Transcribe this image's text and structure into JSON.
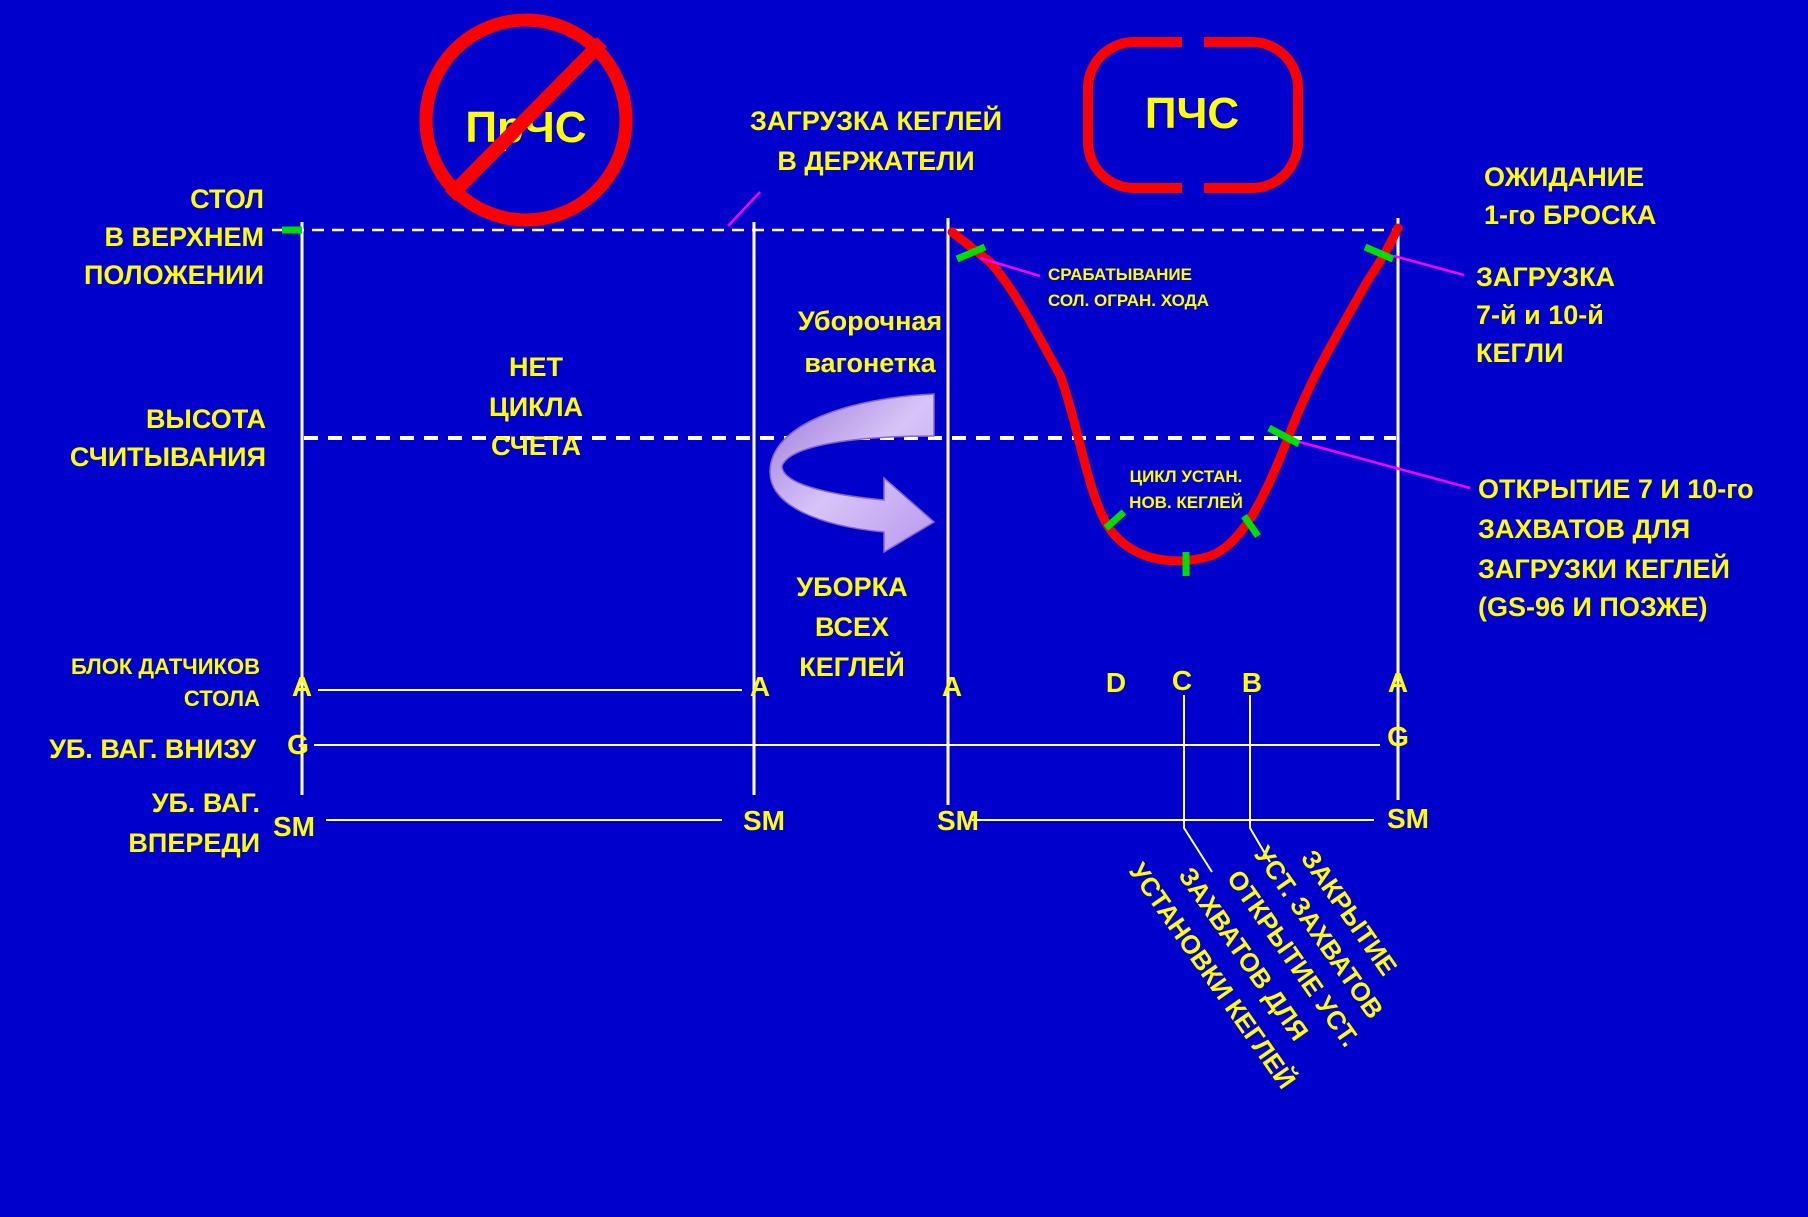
{
  "colors": {
    "background": "#0000CC",
    "text": "#FFFF00",
    "line": "#FFFFFF",
    "curve": "#FF0000",
    "marker": "#00DD00",
    "pointer": "#FF00FF",
    "arrow_fill": "#C8A8F0"
  },
  "badges": {
    "prchs": "ПрЧС",
    "pchs": "ПЧС"
  },
  "levels": {
    "table_up": [
      "СТОЛ",
      "В ВЕРХНЕМ",
      "ПОЛОЖЕНИИ"
    ],
    "read_height": [
      "ВЫСОТА",
      "СЧИТЫВАНИЯ"
    ]
  },
  "rows": {
    "table_sensor_block": [
      "БЛОК ДАТЧИКОВ",
      "СТОЛА"
    ],
    "sweep_down": "УБ. ВАГ. ВНИЗУ",
    "sweep_forward": [
      "УБ. ВАГ.",
      "ВПЕРЕДИ"
    ]
  },
  "annotations": {
    "load_pins": [
      "ЗАГРУЗКА КЕГЛЕЙ",
      "В ДЕРЖАТЕЛИ"
    ],
    "wait_first_ball": [
      "ОЖИДАНИЕ",
      "1-го БРОСКА"
    ],
    "no_count_cycle": [
      "НЕТ",
      "ЦИКЛА",
      "СЧЕТА"
    ],
    "sweep_cart": [
      "Уборочная",
      "вагонетка"
    ],
    "sweep_all": [
      "УБОРКА",
      "ВСЕХ",
      "КЕГЛЕЙ"
    ],
    "solenoid": [
      "СРАБАТЫВАНИЕ",
      "СОЛ. ОГРАН. ХОДА"
    ],
    "load_7_10": [
      "ЗАГРУЗКА",
      "7-й и 10-й",
      "КЕГЛИ"
    ],
    "setting_cycle": [
      "ЦИКЛ УСТАН.",
      "НОВ. КЕГЛЕЙ"
    ],
    "open_7_10": [
      "ОТКРЫТИЕ 7 И 10-го",
      "ЗАХВАТОВ ДЛЯ",
      "ЗАГРУЗКИ КЕГЛЕЙ",
      "(GS-96 И ПОЗЖЕ)"
    ],
    "close_grips": [
      "ЗАКРЫТИЕ",
      "УСТ. ЗАХВАТОВ"
    ],
    "open_grips": [
      "ОТКРЫТИЕ УСТ.",
      "ЗАХВАТОВ ДЛЯ",
      "УСТАНОВКИ КЕГЛЕЙ"
    ]
  },
  "switch_letters": {
    "a": "A",
    "b": "B",
    "c": "C",
    "d": "D",
    "g": "G",
    "sm": "SM"
  }
}
